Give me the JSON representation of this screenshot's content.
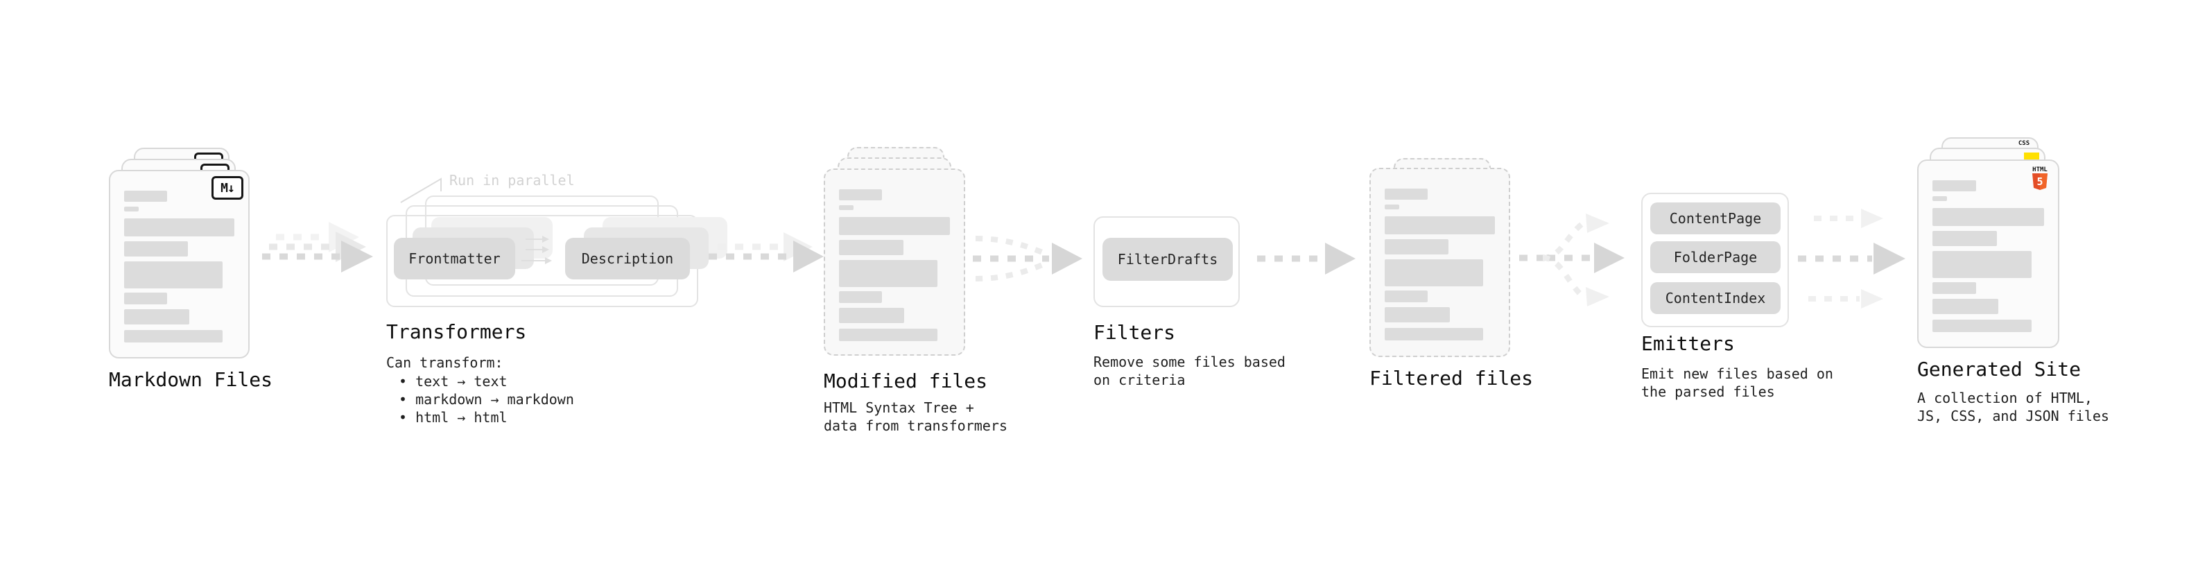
{
  "stages": {
    "markdown": {
      "label": "Markdown Files"
    },
    "transformers": {
      "label": "Transformers",
      "note": "Run in parallel",
      "source_node": "Frontmatter",
      "target_node": "Description",
      "desc_heading": "Can transform:",
      "bullets": [
        "• text → text",
        "• markdown → markdown",
        "• html → html"
      ]
    },
    "modified": {
      "label": "Modified files",
      "desc_line1": "HTML Syntax Tree +",
      "desc_line2": "data from transformers"
    },
    "filters": {
      "label": "Filters",
      "node": "FilterDrafts",
      "desc_line1": "Remove some files based",
      "desc_line2": "on criteria"
    },
    "filtered": {
      "label": "Filtered files"
    },
    "emitters": {
      "label": "Emitters",
      "nodes": [
        "ContentPage",
        "FolderPage",
        "ContentIndex"
      ],
      "desc_line1": "Emit new files based on",
      "desc_line2": "the parsed files"
    },
    "generated": {
      "label": "Generated Site",
      "desc_line1": "A collection of HTML,",
      "desc_line2": "JS, CSS, and JSON files"
    }
  },
  "icons": {
    "markdown_badge": "M↓",
    "html5_wordmark": "HTML",
    "html5_glyph": "5",
    "css_wordmark": "CSS"
  },
  "colors": {
    "arrow_gray": "#d9d9d9",
    "ghost_gray": "#ededed",
    "accent_orange": "#e44d26",
    "accent_yellow": "#ffe000",
    "accent_blue": "#2b6fe3"
  }
}
